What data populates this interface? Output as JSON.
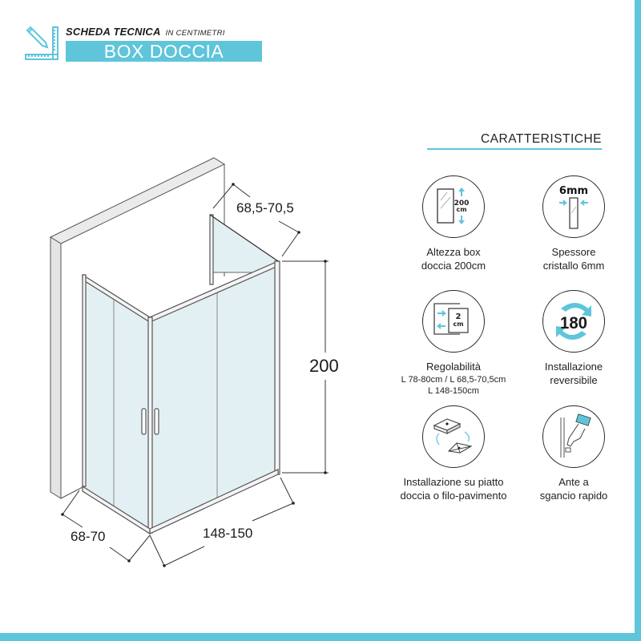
{
  "header": {
    "subtitle": "SCHEDA TECNICA",
    "subtitle_note": "IN CENTIMETRI",
    "title": "BOX DOCCIA",
    "icon": "pencil-ruler-icon"
  },
  "drawing": {
    "dimensions": {
      "side_panel_width": "68,5-70,5",
      "height": "200",
      "front_left_depth": "68-70",
      "front_width": "148-150"
    }
  },
  "features": {
    "title": "CARATTERISTICHE",
    "items": [
      {
        "icon": "glass-height-icon",
        "icon_text": [
          "200",
          "cm"
        ],
        "lines": [
          "Altezza box",
          "doccia 200cm"
        ]
      },
      {
        "icon": "glass-thickness-icon",
        "icon_text": [
          "6mm"
        ],
        "lines": [
          "Spessore",
          "cristallo 6mm"
        ]
      },
      {
        "icon": "adjustability-icon",
        "icon_text": [
          "2",
          "cm"
        ],
        "lines": [
          "Regolabilità"
        ],
        "detail_lines": [
          "L 78-80cm / L 68,5-70,5cm",
          "L 148-150cm"
        ]
      },
      {
        "icon": "reversible-180-icon",
        "icon_text": [
          "180"
        ],
        "lines": [
          "Installazione",
          "reversibile"
        ]
      },
      {
        "icon": "tray-or-floor-install-icon",
        "lines": [
          "Installazione su piatto",
          "doccia o filo-pavimento"
        ]
      },
      {
        "icon": "quick-release-doors-icon",
        "lines": [
          "Ante a",
          "sgancio rapido"
        ]
      }
    ]
  },
  "colors": {
    "accent": "#5ec5da",
    "glass": "#e3f0f3",
    "line": "#333333"
  }
}
